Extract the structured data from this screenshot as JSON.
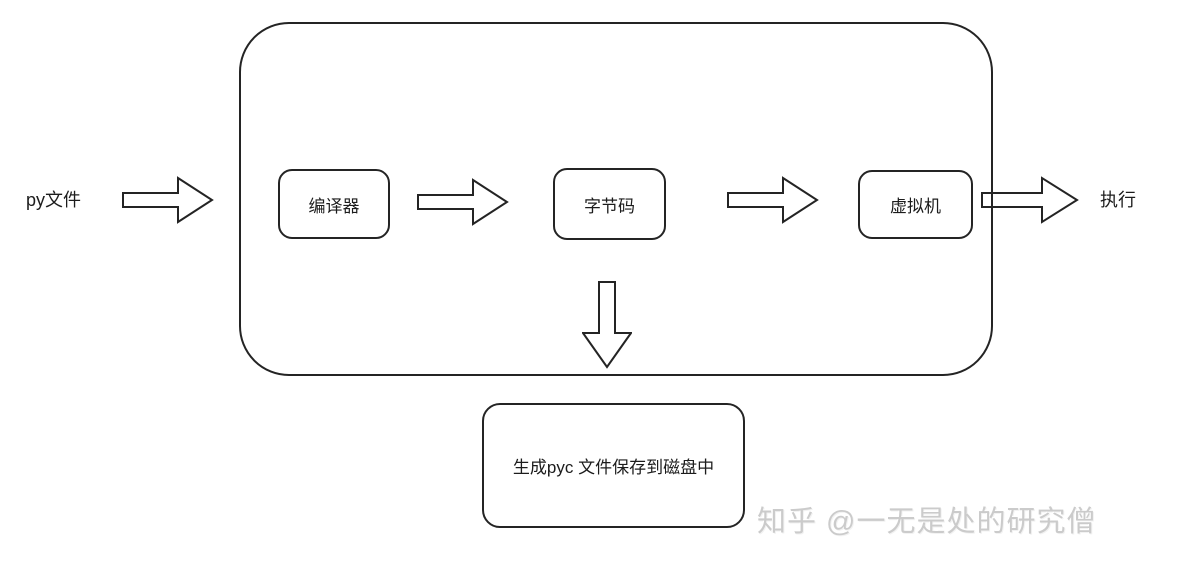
{
  "diagram": {
    "title_hint": "python-execution-flow",
    "input_label": "py文件",
    "output_label": "执行",
    "nodes": {
      "compiler": "编译器",
      "bytecode": "字节码",
      "vm": "虚拟机",
      "pyc": "生成pyc 文件保存到磁盘中"
    },
    "flow": [
      "py文件",
      "编译器",
      "字节码",
      "虚拟机",
      "执行"
    ],
    "branch": {
      "from": "字节码",
      "to": "生成pyc 文件保存到磁盘中",
      "direction": "down"
    },
    "colors": {
      "stroke": "#242424",
      "background": "#ffffff",
      "watermark": "#cbcbcb"
    }
  },
  "watermark": {
    "text": "知乎 @一无是处的研究僧"
  }
}
